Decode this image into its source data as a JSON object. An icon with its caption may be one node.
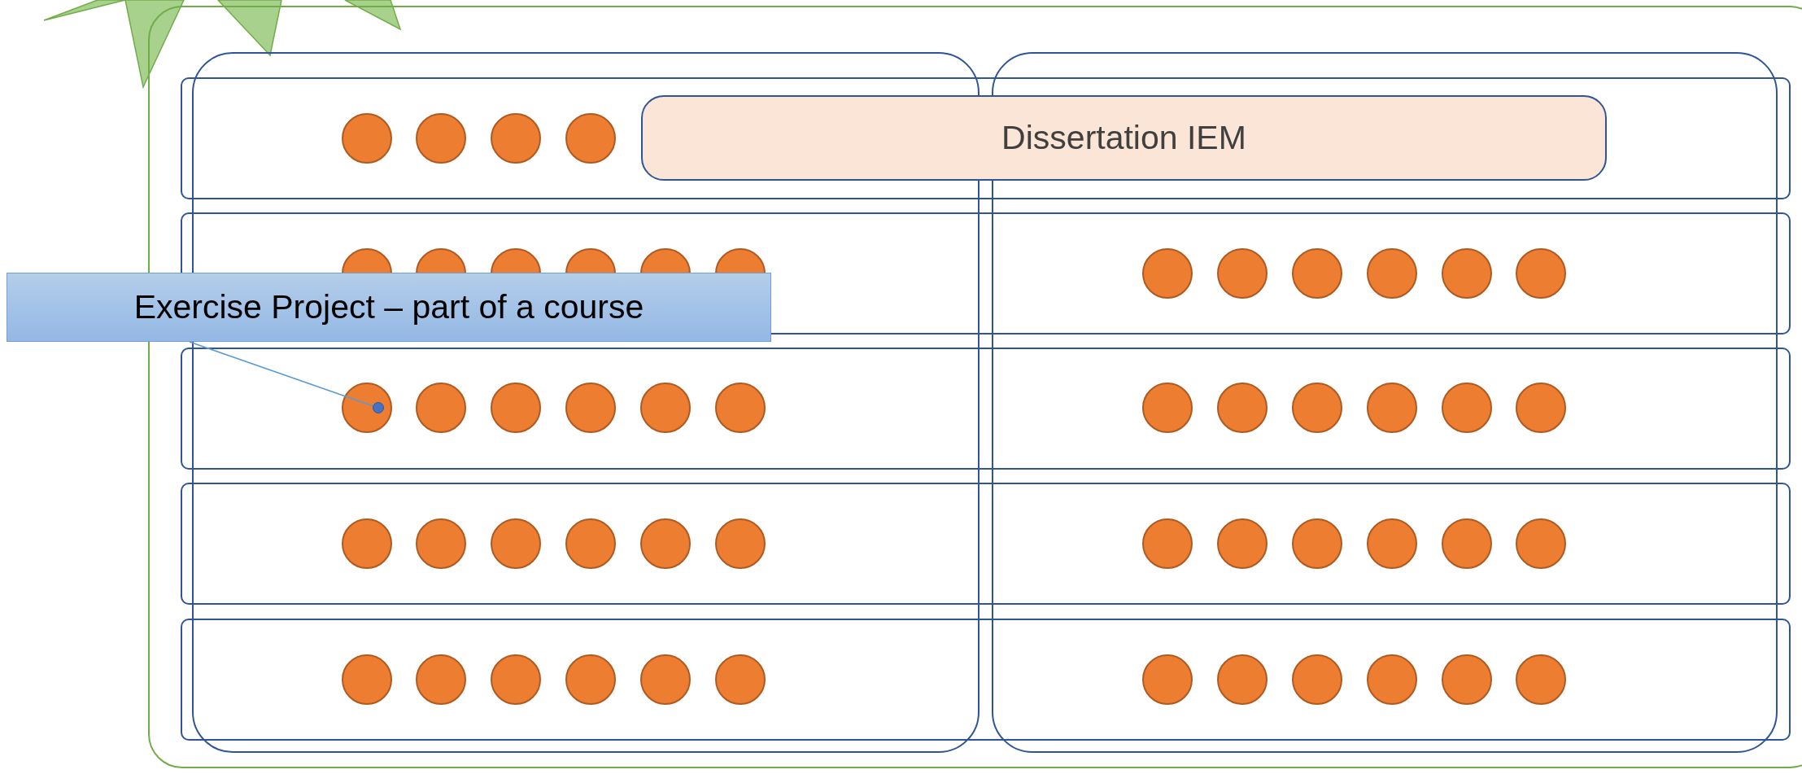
{
  "diagram": {
    "nodes": [
      {
        "text": [
          "Dissertation IEM"
        ]
      },
      {
        "text": [
          "Exercise Project – part of a course"
        ]
      },
      {
        "text": [],
        "shape": "circle"
      }
    ],
    "edges": [
      {
        "from": 1,
        "to": 2,
        "arrow": "none"
      }
    ]
  }
}
